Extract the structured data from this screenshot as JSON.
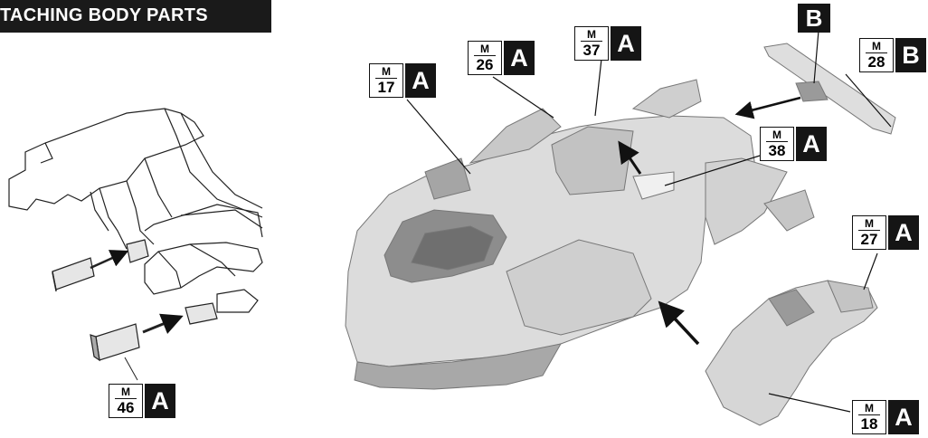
{
  "title": "TACHING BODY PARTS",
  "callouts": [
    {
      "id": "m46",
      "prefix": "M",
      "number": "46",
      "letter": "A"
    },
    {
      "id": "m17",
      "prefix": "M",
      "number": "17",
      "letter": "A"
    },
    {
      "id": "m26",
      "prefix": "M",
      "number": "26",
      "letter": "A"
    },
    {
      "id": "m37",
      "prefix": "M",
      "number": "37",
      "letter": "A"
    },
    {
      "id": "m38",
      "prefix": "M",
      "number": "38",
      "letter": "A"
    },
    {
      "id": "m28",
      "prefix": "M",
      "number": "28",
      "letter": "B"
    },
    {
      "id": "m27",
      "prefix": "M",
      "number": "27",
      "letter": "A"
    },
    {
      "id": "m18",
      "prefix": "M",
      "number": "18",
      "letter": "A"
    }
  ],
  "runner_label": "B",
  "colors": {
    "label_bg": "#151515",
    "part_fill": "#d9d9d9",
    "part_shadow": "#9a9a9a",
    "ink": "#111111"
  }
}
